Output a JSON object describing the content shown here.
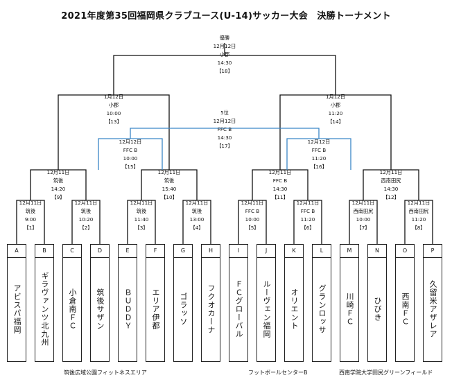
{
  "title": "2021年度第35回福岡県クラブユース(U-14)サッカー大会　決勝トーナメント",
  "colors": {
    "line": "#111111",
    "third_place_line": "#3a86c6"
  },
  "teams": [
    {
      "slot": "A",
      "name": "アビスパ福岡"
    },
    {
      "slot": "B",
      "name": "ギラヴァンツ北九州"
    },
    {
      "slot": "C",
      "name": "小倉南ＦＣ"
    },
    {
      "slot": "D",
      "name": "筑後サザン"
    },
    {
      "slot": "E",
      "name": "ＢＵＤＤＹ"
    },
    {
      "slot": "F",
      "name": "エリア伊都"
    },
    {
      "slot": "G",
      "name": "ゴラッソ"
    },
    {
      "slot": "H",
      "name": "フクオカーナ"
    },
    {
      "slot": "I",
      "name": "ＦＣグローバル"
    },
    {
      "slot": "J",
      "name": "ルーヴェン福岡"
    },
    {
      "slot": "K",
      "name": "オリエント"
    },
    {
      "slot": "L",
      "name": "グランロッサ"
    },
    {
      "slot": "M",
      "name": "川崎ＦＣ"
    },
    {
      "slot": "N",
      "name": "ひびき"
    },
    {
      "slot": "O",
      "name": "西南ＦＣ"
    },
    {
      "slot": "P",
      "name": "久留米アザレア"
    }
  ],
  "matches": {
    "m1": {
      "date": "12月11日",
      "venue": "筑後",
      "time": "9:00",
      "no": "【1】"
    },
    "m2": {
      "date": "12月11日",
      "venue": "筑後",
      "time": "10:20",
      "no": "【2】"
    },
    "m3": {
      "date": "12月11日",
      "venue": "筑後",
      "time": "11:40",
      "no": "【3】"
    },
    "m4": {
      "date": "12月11日",
      "venue": "筑後",
      "time": "13:00",
      "no": "【4】"
    },
    "m5": {
      "date": "12月11日",
      "venue": "FFC B",
      "time": "10:00",
      "no": "【5】"
    },
    "m6": {
      "date": "12月11日",
      "venue": "FFC B",
      "time": "11:20",
      "no": "【6】"
    },
    "m7": {
      "date": "12月11日",
      "venue": "西南田尻",
      "time": "10:00",
      "no": "【7】"
    },
    "m8": {
      "date": "12月11日",
      "venue": "西南田尻",
      "time": "11:20",
      "no": "【8】"
    },
    "m9": {
      "date": "12月11日",
      "venue": "筑後",
      "time": "14:20",
      "no": "【9】"
    },
    "m10": {
      "date": "12月11日",
      "venue": "筑後",
      "time": "15:40",
      "no": "【10】"
    },
    "m11": {
      "date": "12月11日",
      "venue": "FFC B",
      "time": "14:30",
      "no": "【11】"
    },
    "m12": {
      "date": "12月11日",
      "venue": "西南田尻",
      "time": "14:30",
      "no": "【12】"
    },
    "m13": {
      "date": "1月12日",
      "venue": "小郡",
      "time": "10:00",
      "no": "【13】"
    },
    "m14": {
      "date": "1月12日",
      "venue": "小郡",
      "time": "11:20",
      "no": "【14】"
    },
    "m15": {
      "date": "12月12日",
      "venue": "FFC B",
      "time": "10:00",
      "no": "【15】"
    },
    "m16": {
      "date": "12月12日",
      "venue": "FFC B",
      "time": "11:20",
      "no": "【16】"
    },
    "m17": {
      "heading": "5位",
      "date": "12月12日",
      "venue": "FFC B",
      "time": "14:30",
      "no": "【17】"
    },
    "m18": {
      "heading": "優勝",
      "date": "12月12日",
      "venue": "小郡",
      "time": "14:30",
      "no": "【18】"
    }
  },
  "venues": [
    {
      "id": "v1",
      "text": "筑後広域公園フィットネスエリア"
    },
    {
      "id": "v2",
      "text": "フットボールセンターB"
    },
    {
      "id": "v3",
      "text": "西南学院大学田尻グリーンフィールド"
    }
  ]
}
